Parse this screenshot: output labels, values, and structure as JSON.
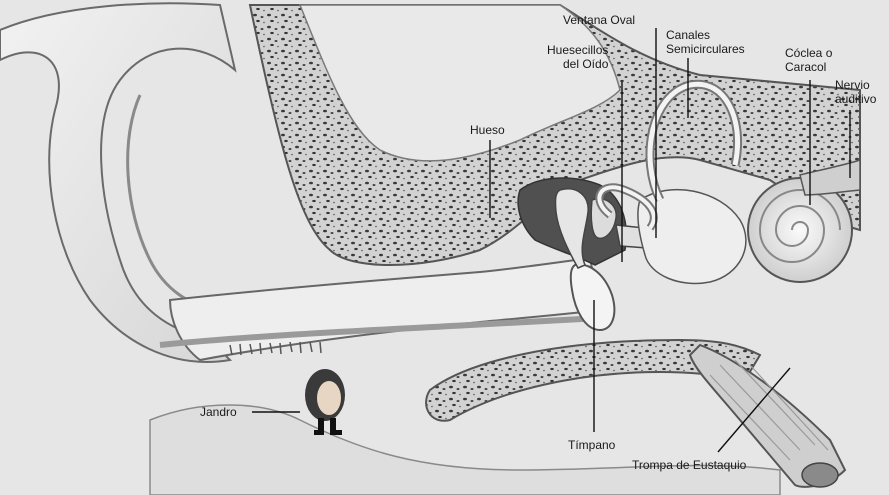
{
  "labels": {
    "ventana_oval": "Ventana Oval",
    "huesecillos_line1": "Huesecillos",
    "huesecillos_line2": "del Oído",
    "canales_line1": "Canales",
    "canales_line2": "Semicirculares",
    "coclea_line1": "Cóclea o",
    "coclea_line2": "Caracol",
    "nervio_line1": "Nervio",
    "nervio_line2": "auditivo",
    "hueso": "Hueso",
    "jandro": "Jandro",
    "timpano": "Tímpano",
    "trompa": "Trompa de Eustaquio"
  },
  "colors": {
    "background": "#ffffff",
    "tissue": "#e4e4e4",
    "tissue_dark": "#bdbdbd",
    "bone": "#cfcfcf",
    "bone_pores": "#3a3a3a",
    "outline": "#555555",
    "leader": "#111111"
  }
}
